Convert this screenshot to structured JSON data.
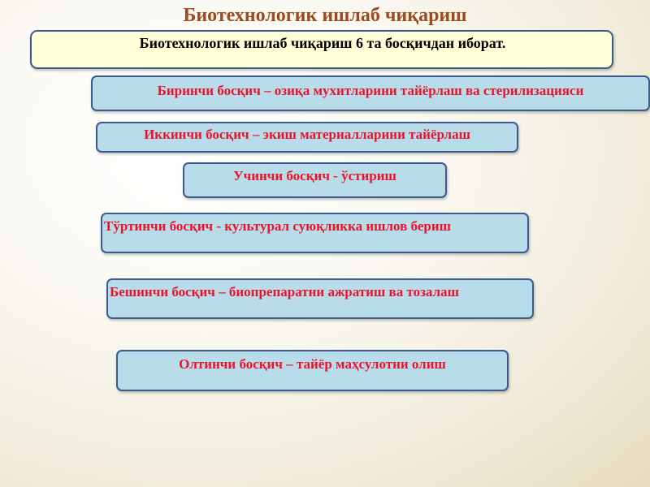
{
  "title": "Биотехнологик ишлаб чиқариш",
  "intro": "Биотехнологик ишлаб чиқариш 6 та босқичдан иборат.",
  "steps": [
    "Биринчи босқич – озиқа мухитларини тайёрлаш ва стерилизацияси",
    "Иккинчи босқич – экиш материалларини тайёрлаш",
    "Учинчи босқич - ўстириш",
    "Тўртинчи босқич -  культурал суюқликка ишлов бериш",
    "Бешинчи босқич – биопрепаратни ажратиш ва тозалаш",
    "Олтинчи босқич –  тайёр маҳсулотни олиш"
  ],
  "colors": {
    "title": "#9c4a1e",
    "step_text": "#e8142b",
    "step_fill": "#b9dcea",
    "intro_fill": "#ffffd8",
    "border": "#3d5a8c"
  }
}
